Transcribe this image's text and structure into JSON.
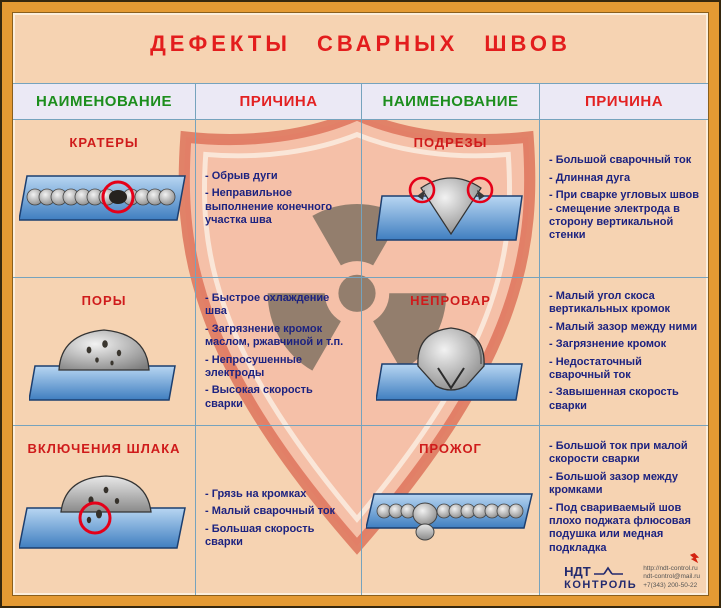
{
  "title": "ДЕФЕКТЫ СВАРНЫХ ШВОВ",
  "headers": [
    "НАИМЕНОВАНИЕ",
    "ПРИЧИНА",
    "НАИМЕНОВАНИЕ",
    "ПРИЧИНА"
  ],
  "defects": {
    "craters": {
      "name": "КРАТЕРЫ",
      "causes": [
        "- Обрыв дуги",
        "- Неправильное выполнение конечного участка шва"
      ]
    },
    "undercuts": {
      "name": "ПОДРЕЗЫ",
      "causes": [
        "- Большой сварочный ток",
        "- Длинная дуга",
        "- При сварке угловых швов - смещение электрода в сторону вертикальной стенки"
      ]
    },
    "pores": {
      "name": "ПОРЫ",
      "causes": [
        "- Быстрое охлаждение шва",
        "- Загрязнение кромок маслом, ржавчиной и т.п.",
        "- Непросушенные электроды",
        "- Высокая скорость сварки"
      ]
    },
    "lack_of_fusion": {
      "name": "НЕПРОВАР",
      "causes": [
        "- Малый угол скоса вертикальных кромок",
        "- Малый зазор между ними",
        "- Загрязнение кромок",
        "- Недостаточный сварочный ток",
        "- Завышенная скорость сварки"
      ]
    },
    "slag_inclusions": {
      "name": "ВКЛЮЧЕНИЯ ШЛАКА",
      "causes": [
        "- Грязь на кромках",
        "- Малый сварочный ток",
        "- Большая скорость сварки"
      ]
    },
    "burn_through": {
      "name": "ПРОЖОГ",
      "causes": [
        "- Большой ток при малой скорости сварки",
        "- Большой зазор между кромками",
        "- Под свариваемый шов плохо поджата флюсовая подушка или медная подкладка"
      ]
    }
  },
  "footer": {
    "brand_top": "НДТ",
    "brand_bottom": "КОНТРОЛЬ",
    "url": "http://ndt-control.ru",
    "email": "ndt-control@mail.ru",
    "phone": "+7(343) 200-50-22"
  },
  "colors": {
    "frame": "#e49a33",
    "background": "#f6d3b2",
    "title": "#e31d1d",
    "header_name": "#1d8e1d",
    "header_cause": "#e32222",
    "defect_name": "#cf1b1b",
    "cause_text": "#1d2380",
    "grid_line": "#76a3bd",
    "slab_blue": "#4f86c8",
    "ring_red": "#e50019"
  }
}
